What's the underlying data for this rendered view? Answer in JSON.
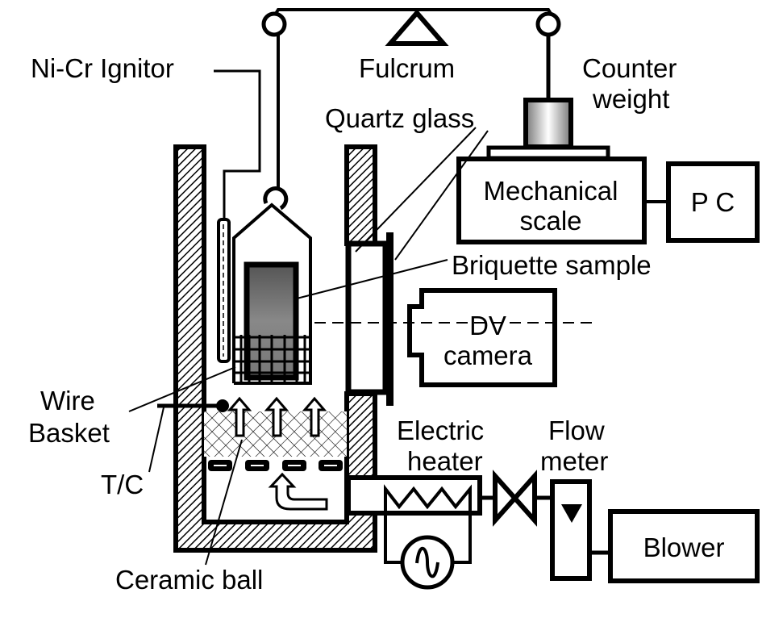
{
  "labels": {
    "ignitor": "Ni-Cr Ignitor",
    "fulcrum": "Fulcrum",
    "counter_weight_1": "Counter",
    "counter_weight_2": "weight",
    "quartz_glass": "Quartz glass",
    "mechanical_scale_1": "Mechanical",
    "mechanical_scale_2": "scale",
    "pc": "P C",
    "briquette_sample": "Briquette sample",
    "dv_camera_1": "DV",
    "dv_camera_2": "camera",
    "wire_basket_1": "Wire",
    "wire_basket_2": "Basket",
    "tc": "T/C",
    "electric_heater_1": "Electric",
    "electric_heater_2": "heater",
    "flow_meter_1": "Flow",
    "flow_meter_2": "meter",
    "blower": "Blower",
    "ceramic_ball": "Ceramic ball"
  }
}
